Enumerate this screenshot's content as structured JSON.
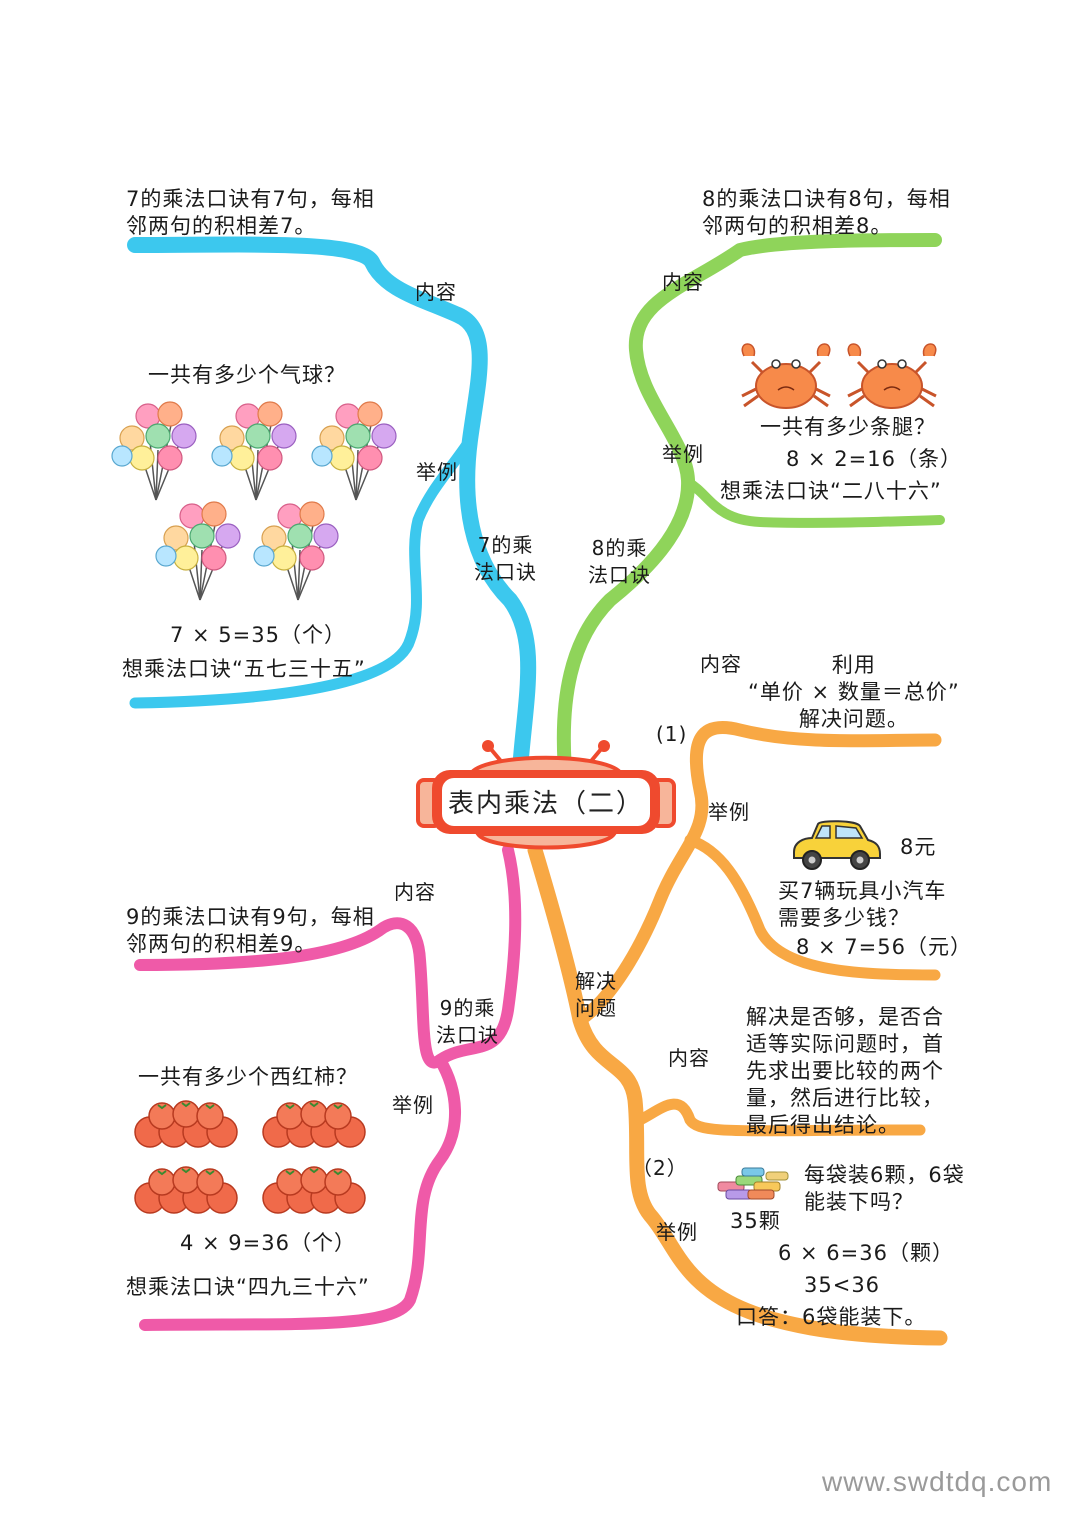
{
  "title": "表内乘法（二）",
  "colors": {
    "branch_7": "#3cc8ee",
    "branch_8": "#8fd45a",
    "branch_9": "#ef5aa8",
    "branch_solve": "#f8a844",
    "title_frame": "#ef4a2e"
  },
  "branch_7": {
    "label": "7的乘\n法口诀",
    "content_label": "内容",
    "content_text": "7的乘法口诀有7句，每相\n邻两句的积相差7。",
    "example_label": "举例",
    "question": "一共有多少个气球？",
    "equation": "7 × 5=35（个）",
    "mnemonic": "想乘法口诀“五七三十五”",
    "picture_icon": "balloon-bunch-icon",
    "picture_count": 5
  },
  "branch_8": {
    "label": "8的乘\n法口诀",
    "content_label": "内容",
    "content_text": "8的乘法口诀有8句，每相\n邻两句的积相差8。",
    "example_label": "举例",
    "question": "一共有多少条腿？",
    "equation": "8 × 2=16（条）",
    "mnemonic": "想乘法口诀“二八十六”",
    "picture_icon": "crab-icon",
    "picture_count": 2
  },
  "branch_9": {
    "label": "9的乘\n法口诀",
    "content_label": "内容",
    "content_text": "9的乘法口诀有9句，每相\n邻两句的积相差9。",
    "example_label": "举例",
    "question": "一共有多少个西红柿？",
    "equation": "4 × 9=36（个）",
    "mnemonic": "想乘法口诀“四九三十六”",
    "picture_icon": "tomato-pile-icon",
    "picture_count": 4
  },
  "branch_solve": {
    "label": "解决\n问题",
    "part1": {
      "marker": "(1)",
      "content_label": "内容",
      "content_text": "利用\n“单价 × 数量＝总价”\n解决问题。",
      "example_label": "举例",
      "price": "8元",
      "question": "买7辆玩具小汽车\n需要多少钱？",
      "equation": "8 × 7=56（元）",
      "picture_icon": "toy-car-icon"
    },
    "part2": {
      "marker": "（2）",
      "content_label": "内容",
      "content_text": "解决是否够，是否合\n适等实际问题时，首\n先求出要比较的两个\n量，然后进行比较，\n最后得出结论。",
      "example_label": "举例",
      "candy_count": "35颗",
      "question": "每袋装6颗，6袋\n能装下吗？",
      "equation": "6 × 6=36（颗）",
      "compare": "35<36",
      "answer": "口答：6袋能装下。",
      "picture_icon": "candy-pile-icon"
    }
  },
  "watermark": "www.swdtdq.com"
}
